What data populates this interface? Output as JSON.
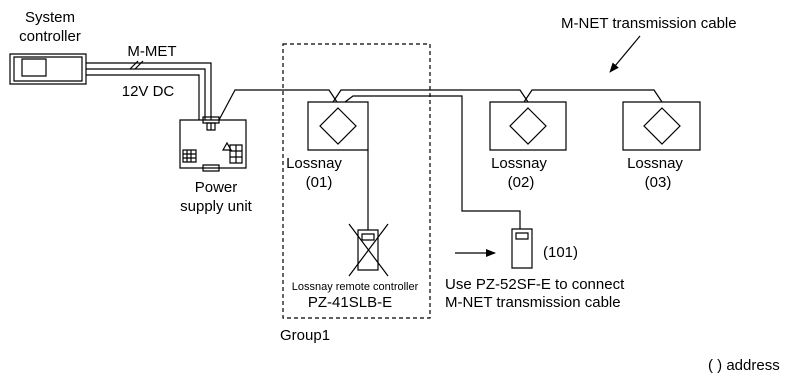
{
  "system_controller": {
    "line1": "System",
    "line2": "controller"
  },
  "mmet_label": "M-MET",
  "dc_label": "12V DC",
  "mnet_cable_label": "M-NET transmission cable",
  "power_supply": {
    "line1": "Power",
    "line2": "supply unit"
  },
  "lossnay_units": [
    {
      "name": "Lossnay",
      "address": "(01)"
    },
    {
      "name": "Lossnay",
      "address": "(02)"
    },
    {
      "name": "Lossnay",
      "address": "(03)"
    }
  ],
  "remote_lossnay": {
    "line1": "Lossnay remote controller",
    "line2": "PZ-41SLB-E"
  },
  "group_label": "Group1",
  "remote_mnet": {
    "address": "(101)",
    "note_line1": "Use PZ-52SF-E to connect",
    "note_line2": "M-NET transmission cable"
  },
  "legend": "( ) address"
}
